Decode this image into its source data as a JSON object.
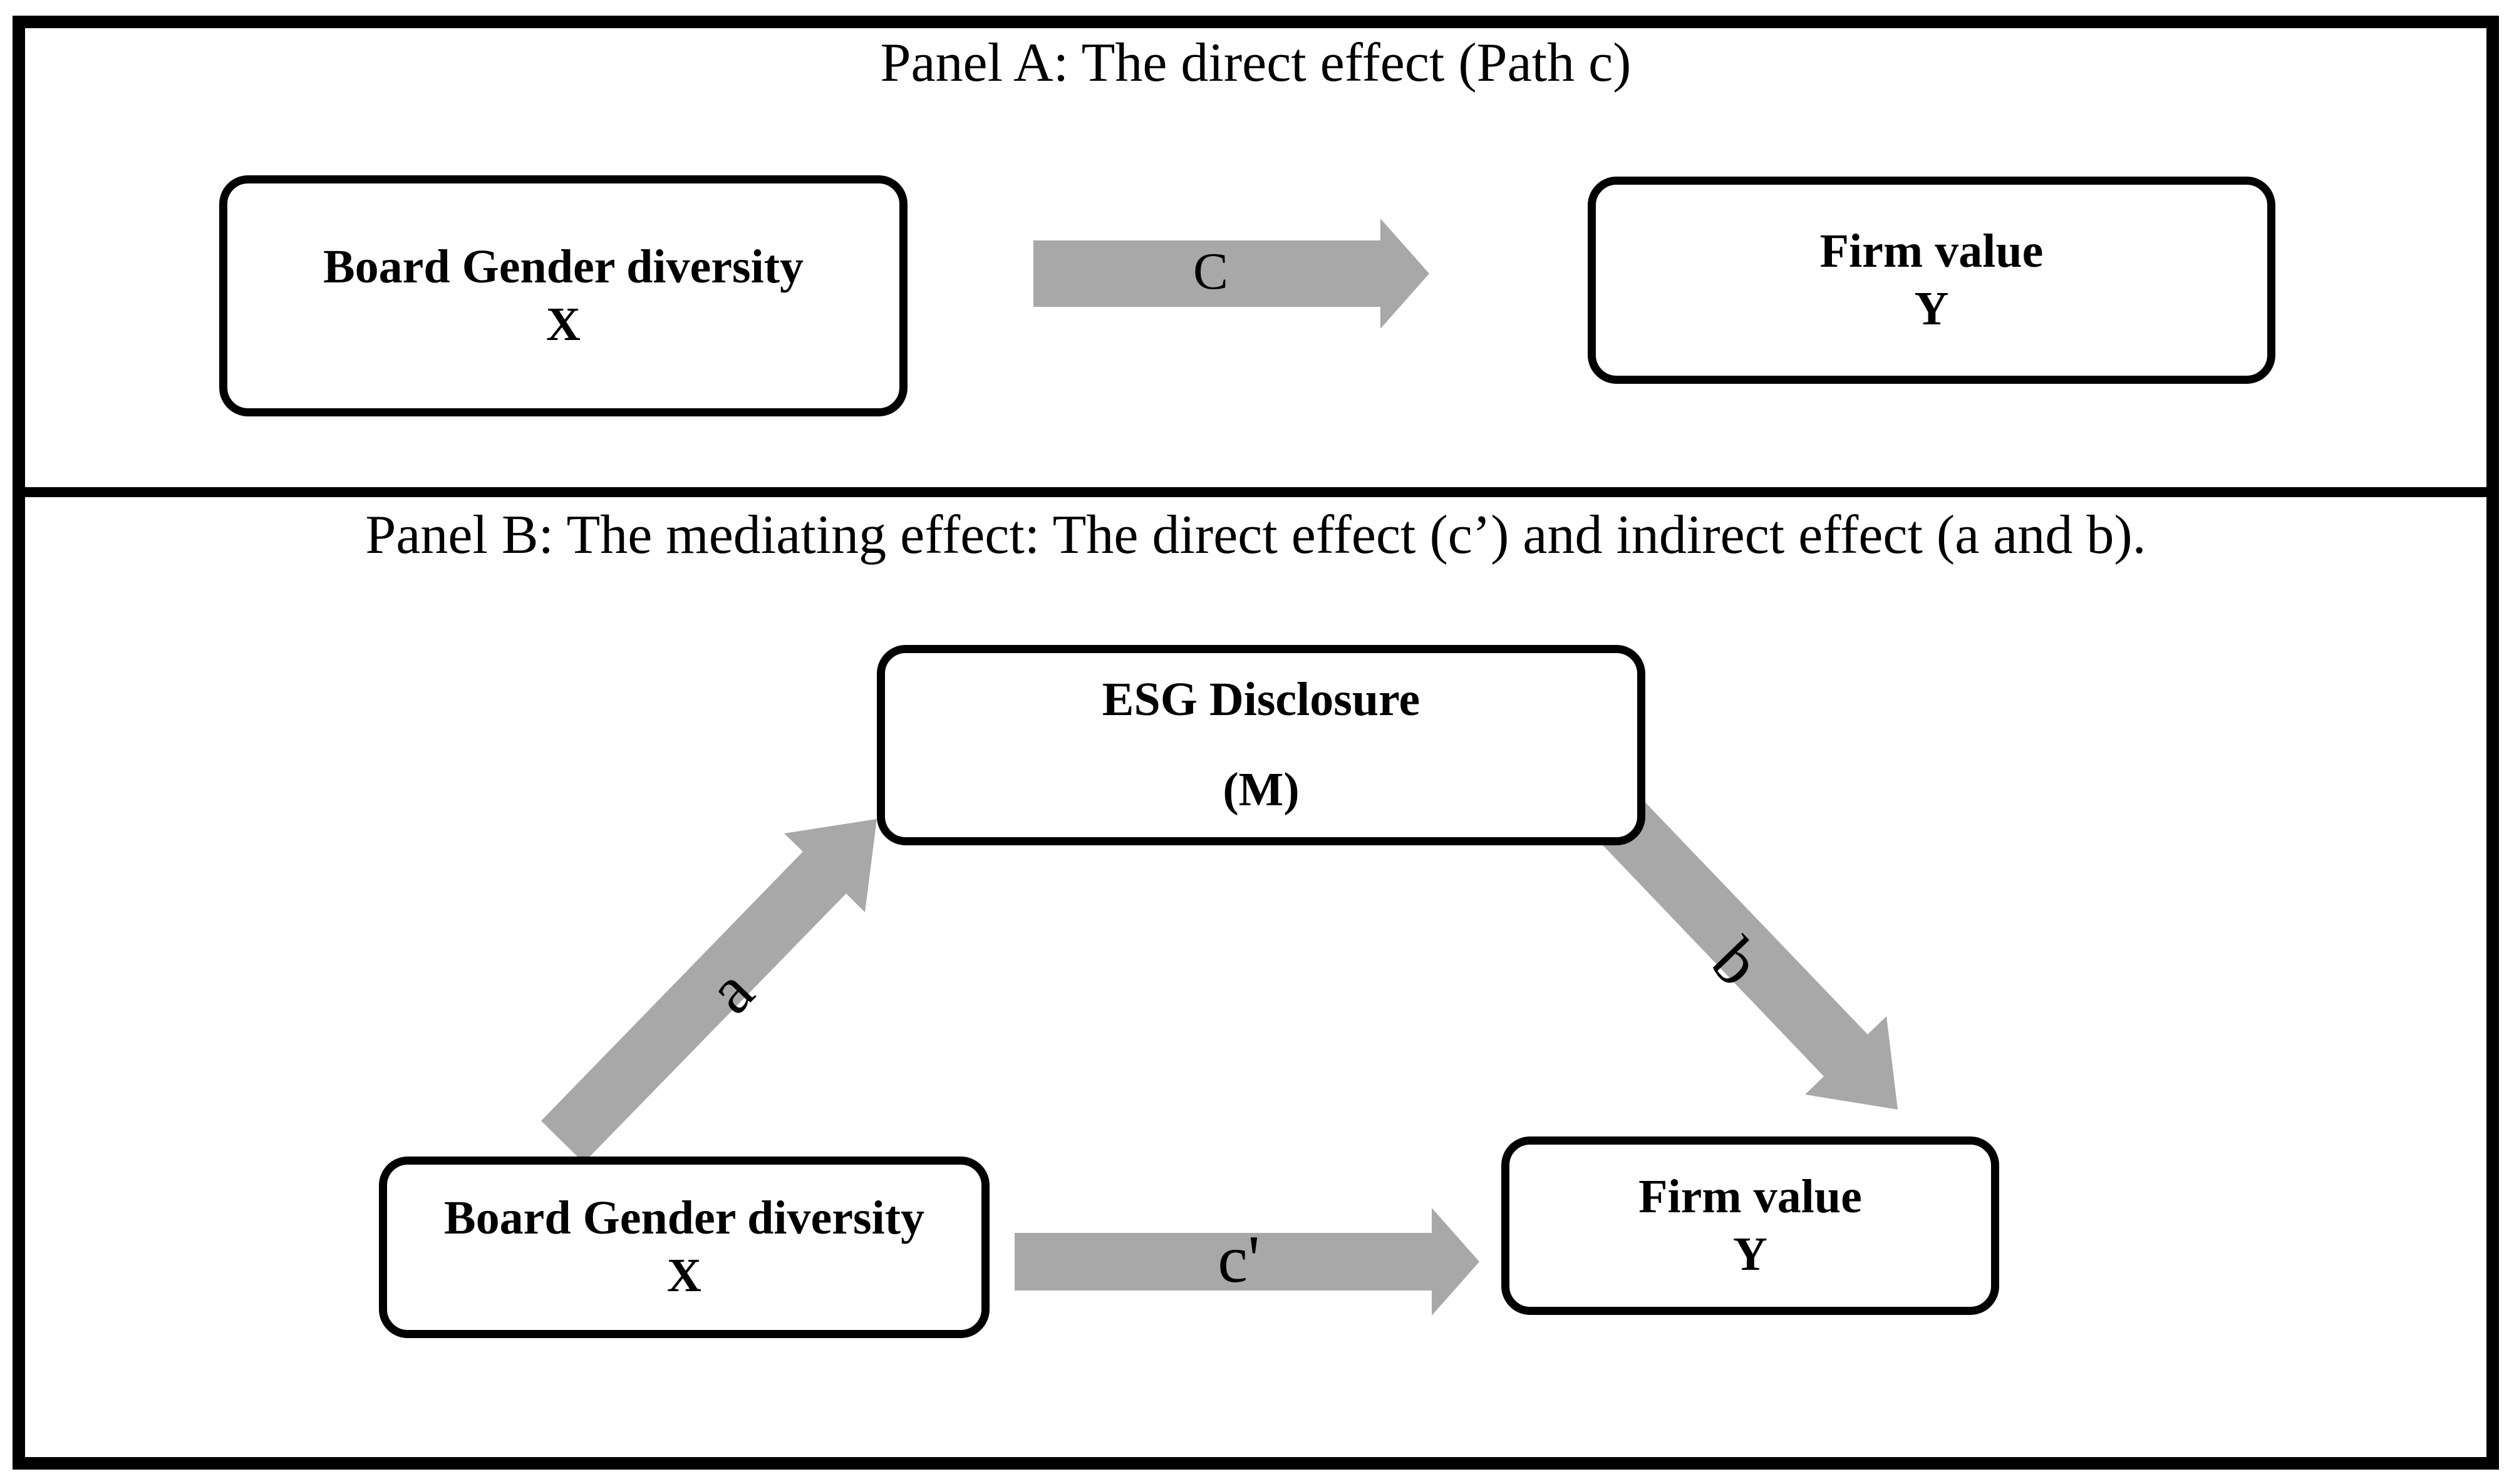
{
  "figure": {
    "colors": {
      "arrow_gray": "#a8a8a8",
      "line_black": "#000000",
      "background": "#ffffff"
    },
    "panel_a": {
      "title": "Panel A: The direct effect (Path c)",
      "box_x": {
        "line1": "Board Gender diversity",
        "line2": "X"
      },
      "box_y": {
        "line1": "Firm value",
        "line2": "Y"
      },
      "arrow_c": {
        "label": "C",
        "from": "X",
        "to": "Y"
      }
    },
    "panel_b": {
      "title": "Panel B: The mediating effect: The direct effect (c’) and indirect effect (a and b).",
      "box_m": {
        "line1": "ESG Disclosure",
        "line2": "(M)"
      },
      "box_x": {
        "line1": "Board Gender diversity",
        "line2": "X"
      },
      "box_y": {
        "line1": "Firm value",
        "line2": "Y"
      },
      "arrow_a": {
        "label": "a",
        "from": "X",
        "to": "M"
      },
      "arrow_b": {
        "label": "b",
        "from": "M",
        "to": "Y"
      },
      "arrow_c_prime": {
        "label": "c'",
        "from": "X",
        "to": "Y"
      }
    }
  }
}
